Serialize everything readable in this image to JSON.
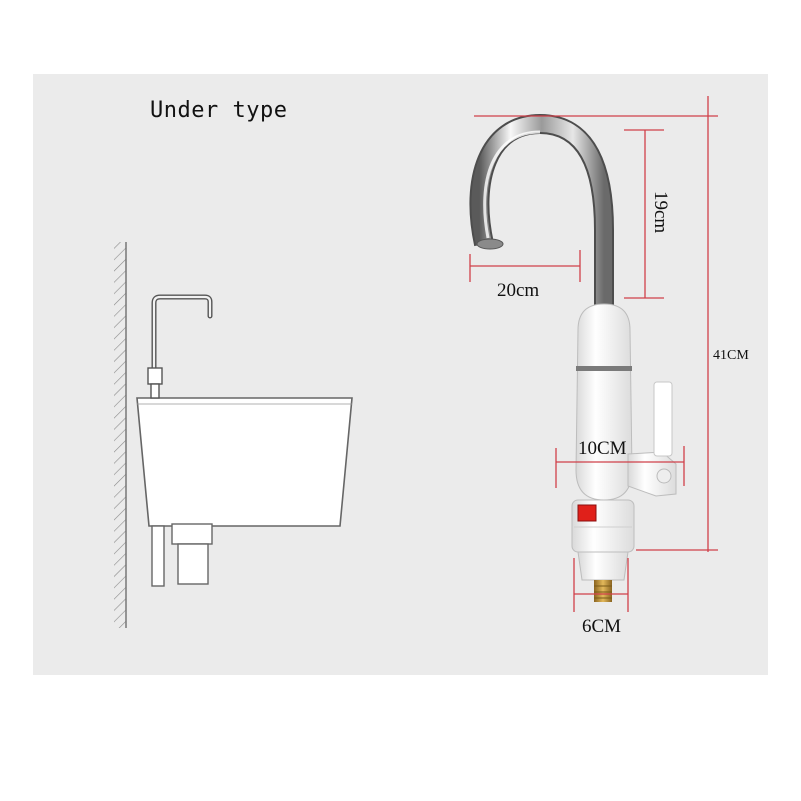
{
  "title": "Under type",
  "dimensions": {
    "spout_height": "19cm",
    "spout_reach": "20cm",
    "total_height": "41CM",
    "body_width": "10CM",
    "base_width": "6CM"
  },
  "colors": {
    "panel": "#ebebeb",
    "dimension_line": "#d0404a",
    "heater_body": "#f4f4f4",
    "indicator": "#e0201a",
    "brass_fitting": "#c89a3a"
  }
}
